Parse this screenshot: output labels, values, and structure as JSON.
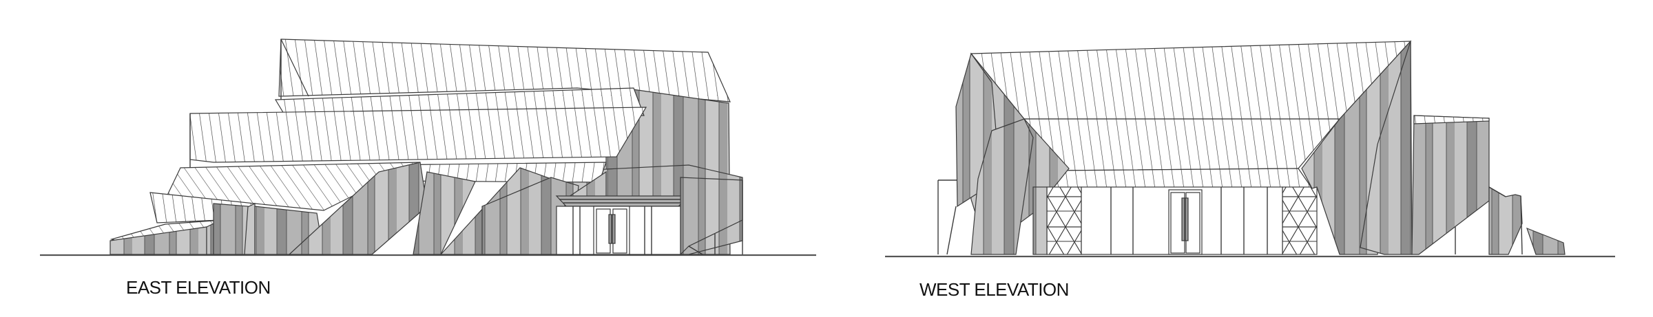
{
  "drawing": {
    "type": "architectural elevations",
    "elevations": [
      {
        "id": "east",
        "label": "EAST ELEVATION"
      },
      {
        "id": "west",
        "label": "WEST ELEVATION"
      }
    ]
  },
  "colors": {
    "background": "#ffffff",
    "linework": "#3a3a3a",
    "panel_light": "#c4c4c4",
    "panel_mid": "#a8a8a8",
    "panel_dark": "#8f8f8f",
    "label_text": "#111111"
  }
}
